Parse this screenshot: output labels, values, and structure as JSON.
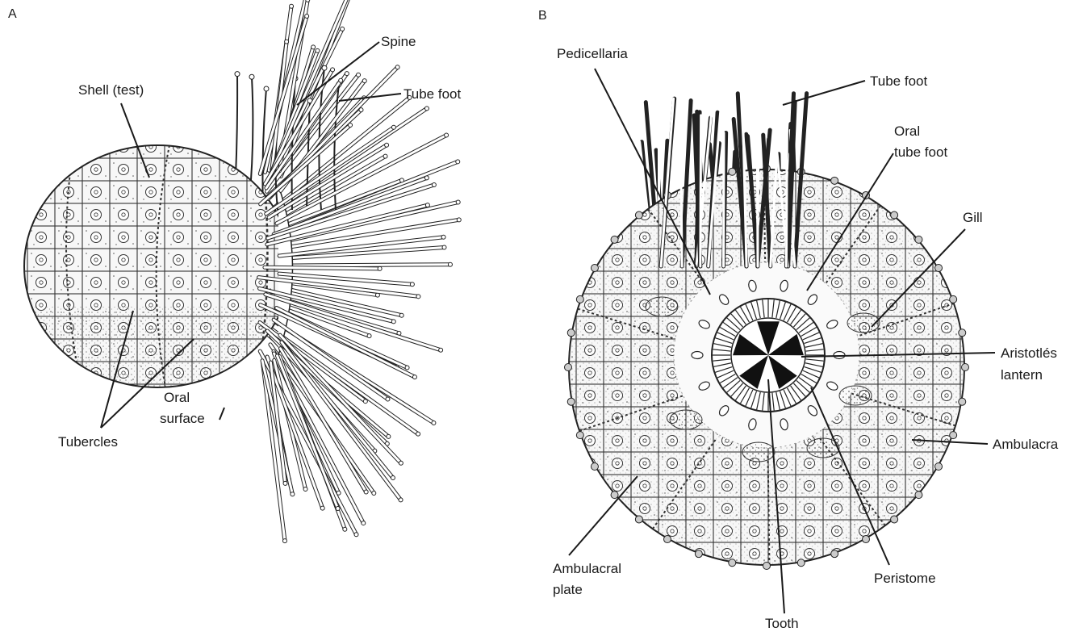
{
  "panels": {
    "a": {
      "letter": "A"
    },
    "b": {
      "letter": "B"
    }
  },
  "labels_a": {
    "spine": "Spine",
    "tube_foot": "Tube foot",
    "shell": "Shell (test)",
    "oral_line1": "Oral",
    "oral_line2": "surface",
    "tubercles": "Tubercles"
  },
  "labels_b": {
    "pedicellaria": "Pedicellaria",
    "tube_foot": "Tube foot",
    "oral_tube_line1": "Oral",
    "oral_tube_line2": "tube foot",
    "gill": "Gill",
    "aristotle_line1": "Aristotlés",
    "aristotle_line2": "lantern",
    "ambulacra": "Ambulacra",
    "ambulacral_line1": "Ambulacral",
    "ambulacral_line2": "plate",
    "peristome": "Peristome",
    "tooth": "Tooth"
  }
}
